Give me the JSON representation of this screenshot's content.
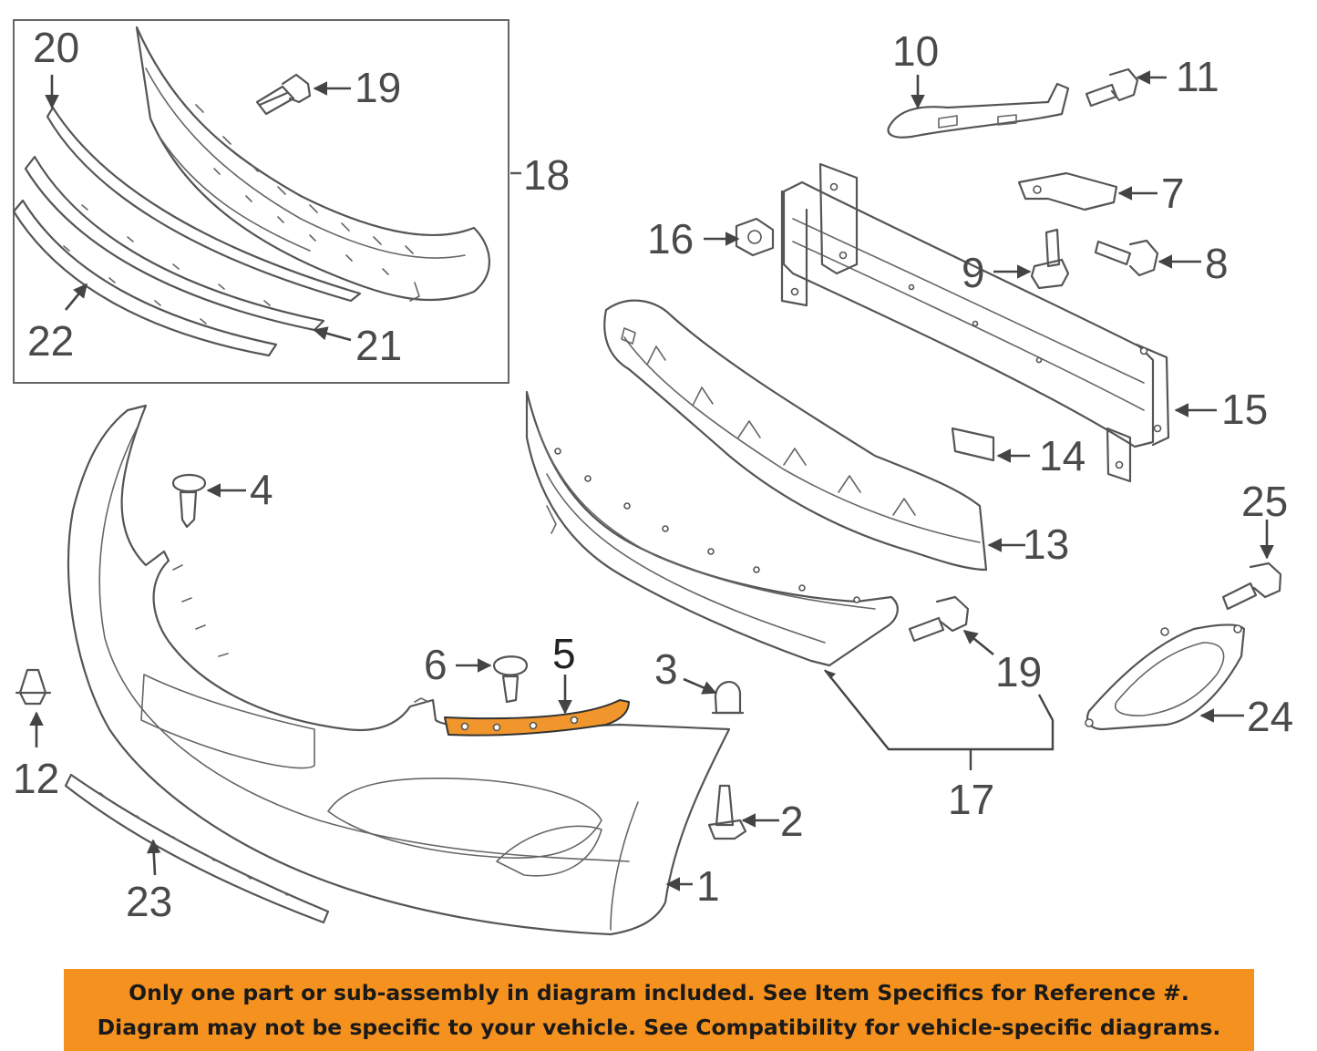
{
  "colors": {
    "highlight": "#F0962D",
    "banner": "#F5911E",
    "linework": "#555555",
    "label_text": "#4A4A4A"
  },
  "callouts": [
    {
      "id": "1",
      "label": "1"
    },
    {
      "id": "2",
      "label": "2"
    },
    {
      "id": "3",
      "label": "3"
    },
    {
      "id": "4",
      "label": "4"
    },
    {
      "id": "5",
      "label": "5",
      "highlighted": true
    },
    {
      "id": "6",
      "label": "6"
    },
    {
      "id": "7",
      "label": "7"
    },
    {
      "id": "8",
      "label": "8"
    },
    {
      "id": "9",
      "label": "9"
    },
    {
      "id": "10",
      "label": "10"
    },
    {
      "id": "11",
      "label": "11"
    },
    {
      "id": "12",
      "label": "12"
    },
    {
      "id": "13",
      "label": "13"
    },
    {
      "id": "14",
      "label": "14"
    },
    {
      "id": "15",
      "label": "15"
    },
    {
      "id": "16",
      "label": "16"
    },
    {
      "id": "17",
      "label": "17"
    },
    {
      "id": "18",
      "label": "18"
    },
    {
      "id": "19a",
      "label": "19"
    },
    {
      "id": "19b",
      "label": "19"
    },
    {
      "id": "20",
      "label": "20"
    },
    {
      "id": "21",
      "label": "21"
    },
    {
      "id": "22",
      "label": "22"
    },
    {
      "id": "23",
      "label": "23"
    },
    {
      "id": "24",
      "label": "24"
    },
    {
      "id": "25",
      "label": "25"
    }
  ],
  "banner": {
    "line1": "Only one part or sub-assembly in diagram included. See Item Specifics for Reference #.",
    "line2": "Diagram may not be specific to your vehicle. See Compatibility for vehicle-specific diagrams."
  }
}
